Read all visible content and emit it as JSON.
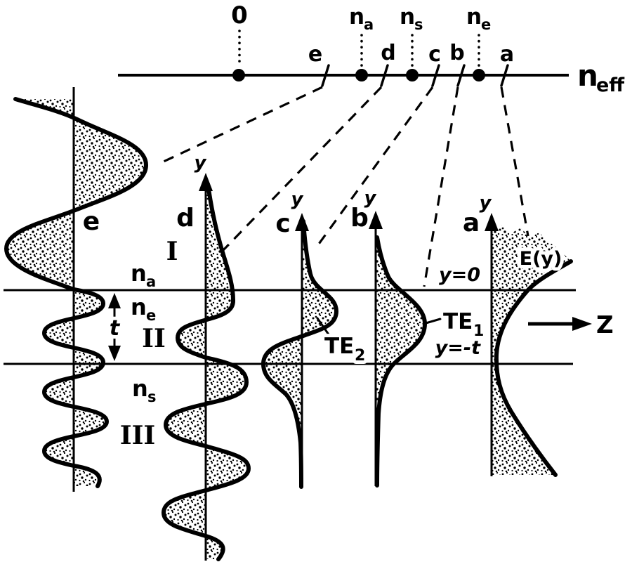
{
  "axis": {
    "zero": "0",
    "na_main": "n",
    "na_sub": "a",
    "ns_main": "n",
    "ns_sub": "s",
    "ne_main": "n",
    "ne_sub": "e",
    "tick_e": "e",
    "tick_d": "d",
    "tick_c": "c",
    "tick_b": "b",
    "tick_a": "a",
    "label_main": "n",
    "label_sub": "eff"
  },
  "regions": {
    "one": "I",
    "two": "II",
    "three": "III",
    "na_main": "n",
    "na_sub": "a",
    "ne_main": "n",
    "ne_sub": "e",
    "ns_main": "n",
    "ns_sub": "s"
  },
  "profiles": {
    "e": "e",
    "d": "d",
    "c": "c",
    "b": "b",
    "a": "a",
    "y_axis_label": "y"
  },
  "annotations": {
    "y_zero": "y=0",
    "y_minus_t": "y=-t",
    "thickness": "t",
    "z_axis": "Z",
    "field": "E(y)",
    "te1_main": "TE",
    "te1_sub": "1",
    "te2_main": "TE",
    "te2_sub": "2"
  },
  "colors": {
    "ink": "#000000",
    "paper": "#ffffff"
  }
}
